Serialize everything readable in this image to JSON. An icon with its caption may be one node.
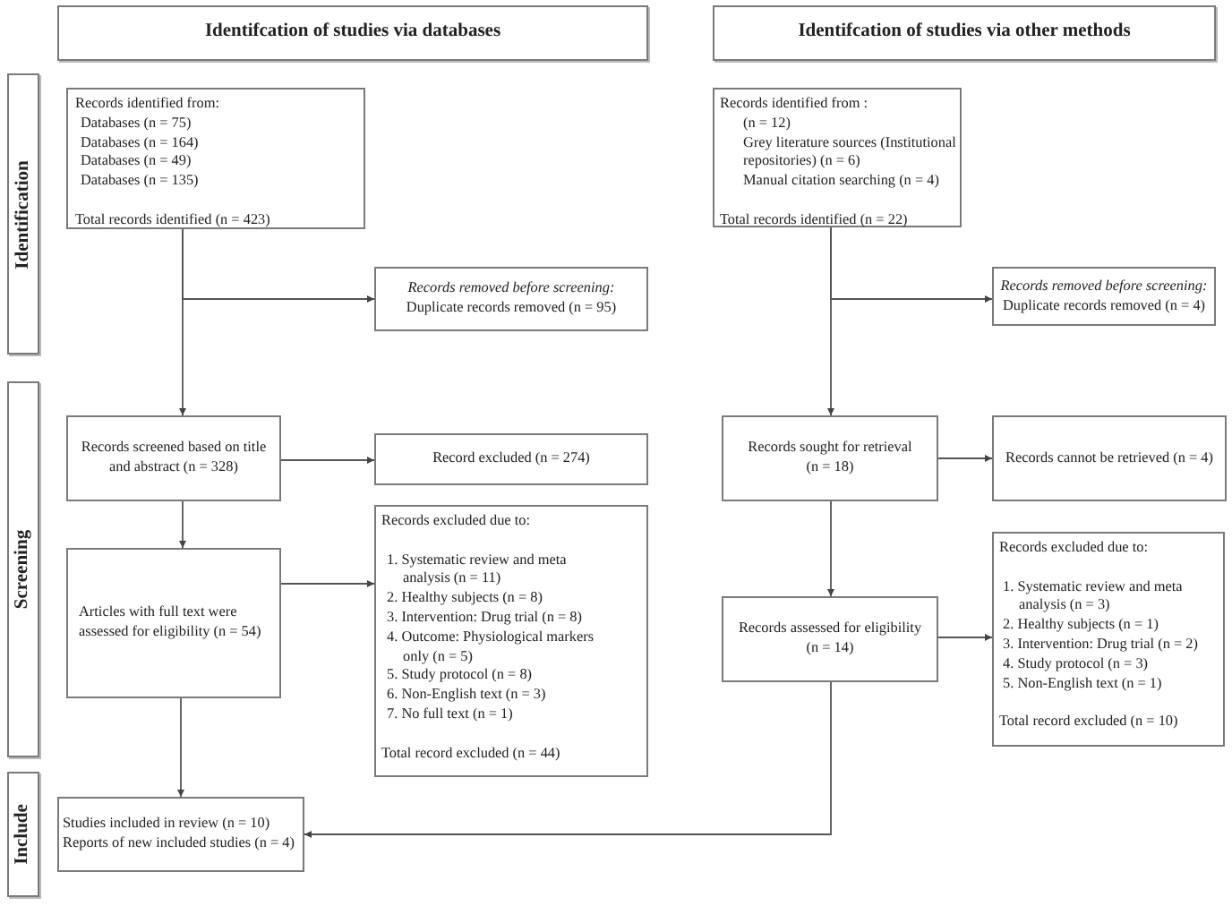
{
  "diagram": {
    "nodes": [
      {
        "text": [
          "Identifcation of studies via databases"
        ]
      },
      {
        "text": [
          "Identifcation of studies via other methods"
        ]
      },
      {
        "text": [
          "Identification"
        ]
      },
      {
        "text": [
          "Records identified from:",
          "Databases (n = 75)",
          "Databases (n = 164)",
          "Databases (n = 49)",
          "Databases (n = 135)",
          "Total records identified (n = 423)"
        ]
      },
      {
        "text": [
          "Records identified from :",
          "(n = 12)",
          "Grey literature sources (Institutional repositories) (n = 6)",
          "Manual citation searching (n = 4)",
          "Total records identified (n = 22)"
        ]
      },
      {
        "text": [
          "Records removed before screening:",
          "Duplicate records removed (n = 95)"
        ]
      },
      {
        "text": [
          "Records removed before screening:",
          "Duplicate records removed (n = 4)"
        ]
      },
      {
        "text": [
          "Screening"
        ]
      },
      {
        "text": [
          "Records screened based on title and abstract (n = 328)"
        ]
      },
      {
        "text": [
          "Record excluded (n = 274)"
        ]
      },
      {
        "text": [
          "Records sought for retrieval (n = 18)"
        ]
      },
      {
        "text": [
          "Records cannot be retrieved (n = 4)"
        ]
      },
      {
        "text": [
          "Articles with full text were assessed for eligibility (n = 54)"
        ]
      },
      {
        "text": [
          "Records excluded due to:",
          "1. Systematic review and meta analysis (n = 11)",
          "2. Healthy subjects (n = 8)",
          "3. Intervention: Drug trial (n = 8)",
          "4. Outcome: Physiological markers only (n = 5)",
          "5. Study protocol (n = 8)",
          "6. Non-English text (n = 3)",
          "7. No full text (n = 1)",
          "Total record excluded (n = 44)"
        ]
      },
      {
        "text": [
          "Records assessed for eligibility (n = 14)"
        ]
      },
      {
        "text": [
          "Records excluded due to:",
          "1. Systematic review and meta analysis (n = 3)",
          "2. Healthy subjects (n = 1)",
          "3. Intervention: Drug trial (n = 2)",
          "4. Study protocol (n = 3)",
          "5. Non-English text (n = 1)",
          "Total record excluded (n = 10)"
        ]
      },
      {
        "text": [
          "Include"
        ]
      },
      {
        "text": [
          "Studies included in review (n = 10)",
          "Reports of new included studies (n = 4)"
        ]
      }
    ],
    "edges": [
      {
        "from": 3,
        "to": 8,
        "arrow": "to"
      },
      {
        "from": 3,
        "to": 5,
        "arrow": "to"
      },
      {
        "from": 8,
        "to": 9,
        "arrow": "to"
      },
      {
        "from": 8,
        "to": 12,
        "arrow": "to"
      },
      {
        "from": 12,
        "to": 13,
        "arrow": "to"
      },
      {
        "from": 12,
        "to": 17,
        "arrow": "to"
      },
      {
        "from": 4,
        "to": 10,
        "arrow": "to"
      },
      {
        "from": 4,
        "to": 6,
        "arrow": "to"
      },
      {
        "from": 10,
        "to": 11,
        "arrow": "to"
      },
      {
        "from": 10,
        "to": 14,
        "arrow": "to"
      },
      {
        "from": 14,
        "to": 15,
        "arrow": "to"
      },
      {
        "from": 14,
        "to": 17,
        "arrow": "to"
      }
    ]
  }
}
